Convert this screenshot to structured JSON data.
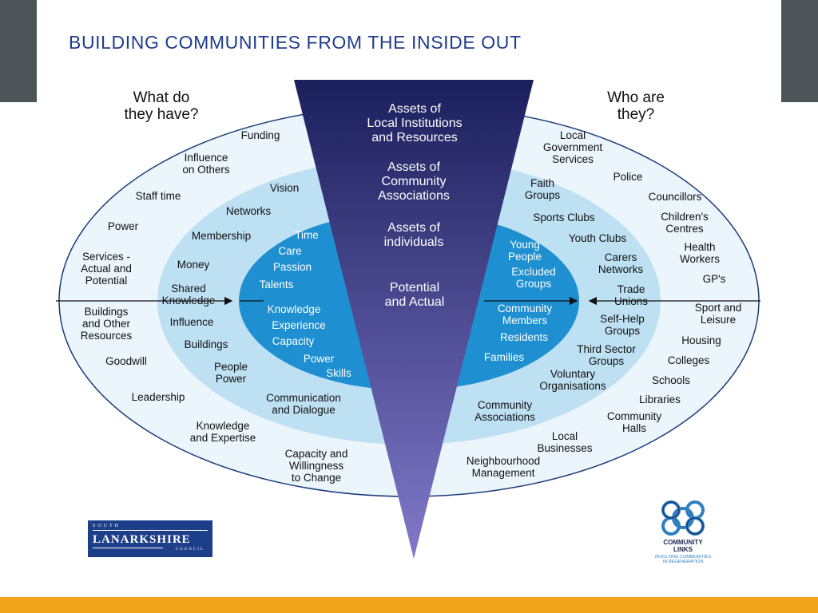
{
  "title": "BUILDING COMMUNITIES FROM THE INSIDE OUT",
  "left_heading": [
    "What do",
    "they have?"
  ],
  "right_heading": [
    "Who are",
    "they?"
  ],
  "center_labels": [
    [
      "Assets of",
      "Local Institutions",
      "and Resources"
    ],
    [
      "Assets of",
      "Community",
      "Associations"
    ],
    [
      "Assets of",
      "individuals"
    ],
    [
      "Potential",
      "and Actual"
    ]
  ],
  "left_outer": [
    [
      "Funding"
    ],
    [
      "Influence",
      "on Others"
    ],
    [
      "Staff time"
    ],
    [
      "Power"
    ],
    [
      "Services -",
      "Actual and",
      "Potential"
    ],
    [
      "Buildings",
      "and Other",
      "Resources"
    ],
    [
      "Goodwill"
    ],
    [
      "Leadership"
    ],
    [
      "Knowledge",
      "and Expertise"
    ],
    [
      "Capacity and",
      "Willingness",
      "to Change"
    ]
  ],
  "left_middle": [
    [
      "Vision"
    ],
    [
      "Networks"
    ],
    [
      "Membership"
    ],
    [
      "Money"
    ],
    [
      "Shared",
      "Knowledge"
    ],
    [
      "Influence"
    ],
    [
      "Buildings"
    ],
    [
      "People",
      "Power"
    ],
    [
      "Communication",
      "and Dialogue"
    ]
  ],
  "left_inner": [
    "Time",
    "Care",
    "Passion",
    "Talents",
    "Knowledge",
    "Experience",
    "Capacity",
    "Power",
    "Skills"
  ],
  "right_outer": [
    [
      "Local",
      "Government",
      "Services"
    ],
    [
      "Police"
    ],
    [
      "Councillors"
    ],
    [
      "Children's",
      "Centres"
    ],
    [
      "Health",
      "Workers"
    ],
    [
      "GP's"
    ],
    [
      "Sport and",
      "Leisure"
    ],
    [
      "Housing"
    ],
    [
      "Colleges"
    ],
    [
      "Schools"
    ],
    [
      "Libraries"
    ],
    [
      "Community",
      "Halls"
    ],
    [
      "Local",
      "Businesses"
    ],
    [
      "Neighbourhood",
      "Management"
    ]
  ],
  "right_middle": [
    [
      "Faith",
      "Groups"
    ],
    [
      "Sports Clubs"
    ],
    [
      "Youth Clubs"
    ],
    [
      "Carers",
      "Networks"
    ],
    [
      "Trade",
      "Unions"
    ],
    [
      "Self-Help",
      "Groups"
    ],
    [
      "Third Sector",
      "Groups"
    ],
    [
      "Voluntary",
      "Organisations"
    ],
    [
      "Community",
      "Associations"
    ]
  ],
  "right_inner": [
    [
      "Young",
      "People"
    ],
    [
      "Excluded",
      "Groups"
    ],
    [
      "Community",
      "Members"
    ],
    [
      "Residents"
    ],
    [
      "Families"
    ]
  ],
  "logos": {
    "south_lanarkshire": {
      "top": "SOUTH",
      "main": "LANARKSHIRE",
      "bottom": "COUNCIL"
    },
    "community_links": {
      "name": [
        "COMMUNITY",
        "LINKS"
      ],
      "tagline": [
        "INVOLVING COMMUNITIES",
        "IN REGENERATION"
      ]
    }
  },
  "colors": {
    "title": "#1f3c8f",
    "outer_ring": "#eaf5fc",
    "middle_ring": "#bde0f3",
    "inner_circle": "#1e8fd0",
    "wedge_top": "#1b1f5c",
    "wedge_bottom": "#8079c9",
    "bottom_bar": "#f2a51c",
    "side_panel": "#4e5559"
  }
}
